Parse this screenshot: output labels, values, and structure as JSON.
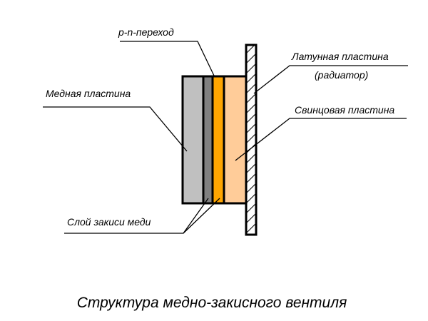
{
  "title": "Структура медно-закисного вентиля",
  "labels": {
    "pn_junction": "p-n-переход",
    "copper_plate": "Медная пластина",
    "oxide_layer": "Слой закиси меди",
    "brass_plate": "Латунная пластина",
    "brass_plate_note": "(радиатор)",
    "lead_plate": "Свинцовая пластина"
  },
  "colors": {
    "copper": "#c0c0c0",
    "oxide": "#808080",
    "junction": "#ffa500",
    "lead": "#ffcc99",
    "outline": "#000000"
  }
}
